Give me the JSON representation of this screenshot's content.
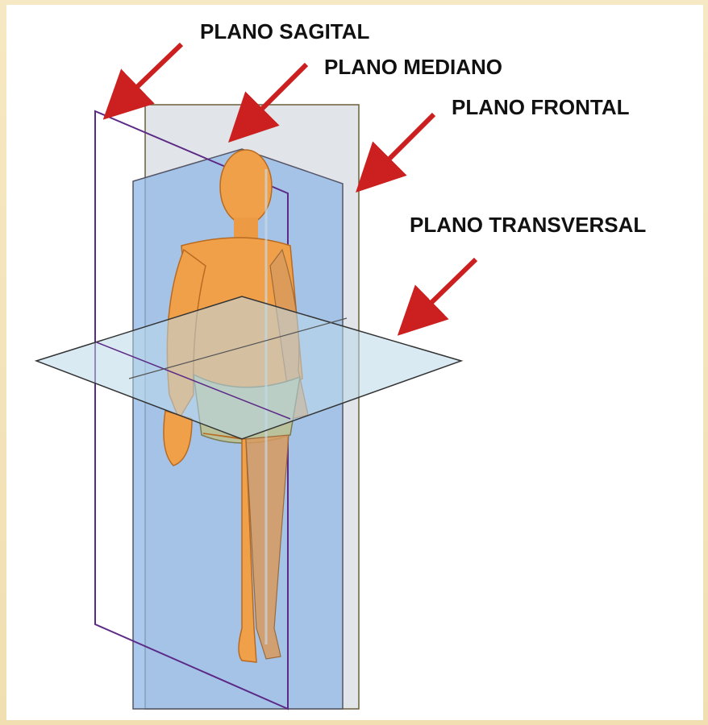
{
  "labels": {
    "sagital": "PLANO SAGITAL",
    "mediano": "PLANO MEDIANO",
    "frontal": "PLANO FRONTAL",
    "transversal": "PLANO TRANSVERSAL"
  },
  "colors": {
    "background": "#f3e3b8",
    "arrow": "#cc1f1f",
    "median_plane": "#8fb7e6",
    "frontal_plane": "#c9cfd9",
    "transverse_plane": "#bcd8ea",
    "sagittal_outline": "#5c2a86",
    "skin": "#f1a04a"
  }
}
